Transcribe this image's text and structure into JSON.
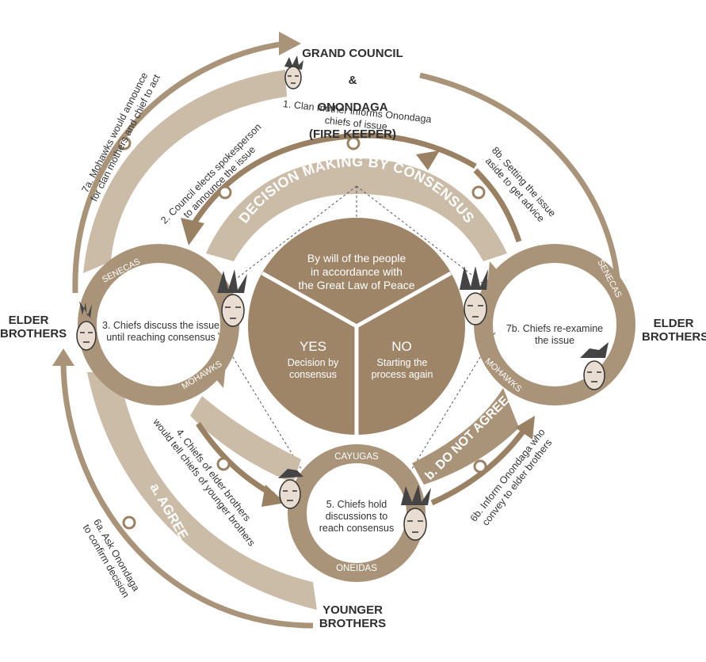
{
  "colors": {
    "band_light": "#cbbca8",
    "band_mid": "#a99479",
    "arrow_dark": "#9a8163",
    "center_fill": "#9e8568",
    "node_white": "#ffffff"
  },
  "top": {
    "title_line1": "GRAND COUNCIL",
    "title_line2": "&",
    "title_line3": "ONONDAGA",
    "title_line4": "(FIRE KEEPER)"
  },
  "left_group": {
    "label": "ELDER\nBROTHERS"
  },
  "right_group": {
    "label": "ELDER\nBROTHERS"
  },
  "bottom_group": {
    "label": "YOUNGER\nBROTHERS"
  },
  "band_title": "DECISION MAKING BY CONSENSUS",
  "center": {
    "top_text": "By  will of the people\nin accordance with\nthe Great Law of Peace",
    "yes_title": "YES",
    "yes_text": "Decision by\nconsensus",
    "no_title": "NO",
    "no_text": "Starting the\nprocess again"
  },
  "rings": {
    "left": {
      "top_label": "SENECAS",
      "bottom_label": "MOHAWKS",
      "text": "3. Chiefs discuss the issue\nuntil reaching consensus"
    },
    "right": {
      "top_label": "SENECAS",
      "bottom_label": "MOHAWKS",
      "text": "7b. Chiefs re-examine\nthe issue"
    },
    "bottom": {
      "top_label": "CAYUGAS",
      "bottom_label": "ONEIDAS",
      "text": "5. Chiefs hold\ndiscussions to\nreach consensus"
    }
  },
  "steps": {
    "s1": "1. Clan mother informs Onondaga\nchiefs of issue",
    "s2": "2. Council elects spokesperson\nto announce the issue",
    "s4": "4. Chiefs of elder brothers\nwould tell chiefs of younger brothers",
    "s6a": "6a. Ask Onondaga\nto confirm decision",
    "s6b": "6b. Inform Onondaga who\nconvey to elder brothers",
    "s7a": "7a. Mohawks would announce\nfor clan mothers and chief to act",
    "s8b": "8b. Setting the issue\naside to get advice"
  },
  "branches": {
    "agree": "a. AGREE",
    "disagree": "b. DO NOT AGREE"
  },
  "icons": {
    "chief_top": "chief-portrait-icon",
    "chief_left": "chief-portrait-icon",
    "chief_left_ring": "chief-portrait-icon",
    "chief_right_ring": "chief-portrait-icon",
    "chief_right_lower": "chief-portrait-icon",
    "chief_bottom_left": "chief-portrait-icon",
    "chief_bottom_right": "chief-portrait-icon"
  }
}
